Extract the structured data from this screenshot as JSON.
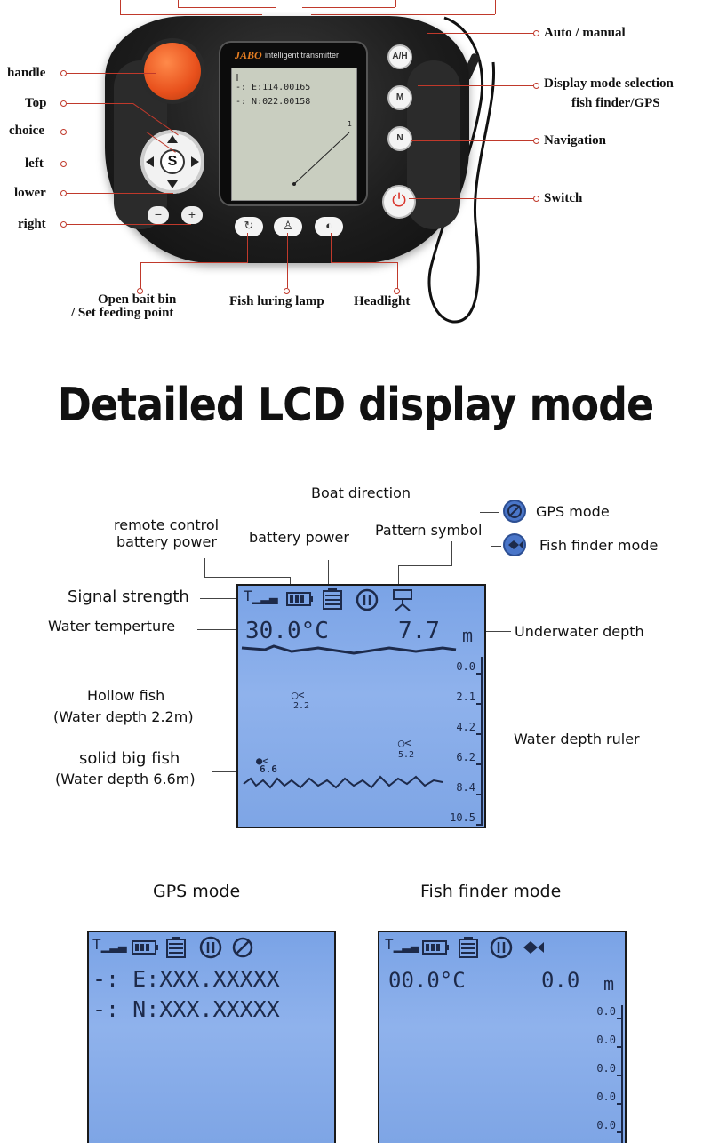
{
  "controller": {
    "brand": "JABO",
    "brand_subtitle": "intelligent transmitter",
    "mini_lcd": {
      "line1": "-: E:114.00165",
      "line2": "-: N:022.00158",
      "plot_label": "1"
    },
    "dpad_center": "S",
    "minus": "−",
    "plus": "+",
    "ah_button": "A/H",
    "m_button": "M",
    "n_button": "N",
    "labels": {
      "handle": "handle",
      "top": "Top",
      "choice": "choice",
      "left": "left",
      "lower": "lower",
      "right": "right",
      "auto_manual": "Auto / manual",
      "display_mode_1": "Display mode selection",
      "display_mode_2": "fish finder/GPS",
      "navigation": "Navigation",
      "switch": "Switch",
      "bait_1": "Open bait bin",
      "bait_2": "/ Set feeding point",
      "lamp": "Fish luring lamp",
      "headlight": "Headlight"
    }
  },
  "title": "Detailed LCD display mode",
  "detail": {
    "labels": {
      "boat_direction": "Boat direction",
      "remote_battery_1": "remote control",
      "remote_battery_2": "battery power",
      "battery_power": "battery power",
      "pattern_symbol": "Pattern symbol",
      "gps_mode": "GPS mode",
      "fish_finder_mode": "Fish finder mode",
      "signal_strength": "Signal strength",
      "water_temperature": "Water temperture",
      "underwater_depth": "Underwater depth",
      "hollow_fish_1": "Hollow fish",
      "hollow_fish_2": "(Water depth 2.2m)",
      "water_depth_ruler": "Water depth ruler",
      "solid_fish_1": "solid big fish",
      "solid_fish_2": "(Water depth 6.6m)"
    },
    "lcd": {
      "temperature": "30.0°C",
      "depth": "7.7",
      "unit": "m",
      "ruler": [
        "0.0",
        "2.1",
        "4.2",
        "6.2",
        "8.4",
        "10.5"
      ],
      "hollow_fish_depth": "2.2",
      "right_fish_depth": "5.2",
      "solid_fish_depth": "6.6"
    }
  },
  "modes": {
    "gps_title": "GPS mode",
    "fish_title": "Fish finder mode",
    "gps_lcd": {
      "line1": "-:  E:XXX.XXXXX",
      "line2": "-:  N:XXX.XXXXX"
    },
    "fish_lcd": {
      "temperature": "00.0°C",
      "depth": "0.0",
      "unit": "m",
      "ruler": [
        "0.0",
        "0.0",
        "0.0",
        "0.0",
        "0.0"
      ]
    }
  }
}
